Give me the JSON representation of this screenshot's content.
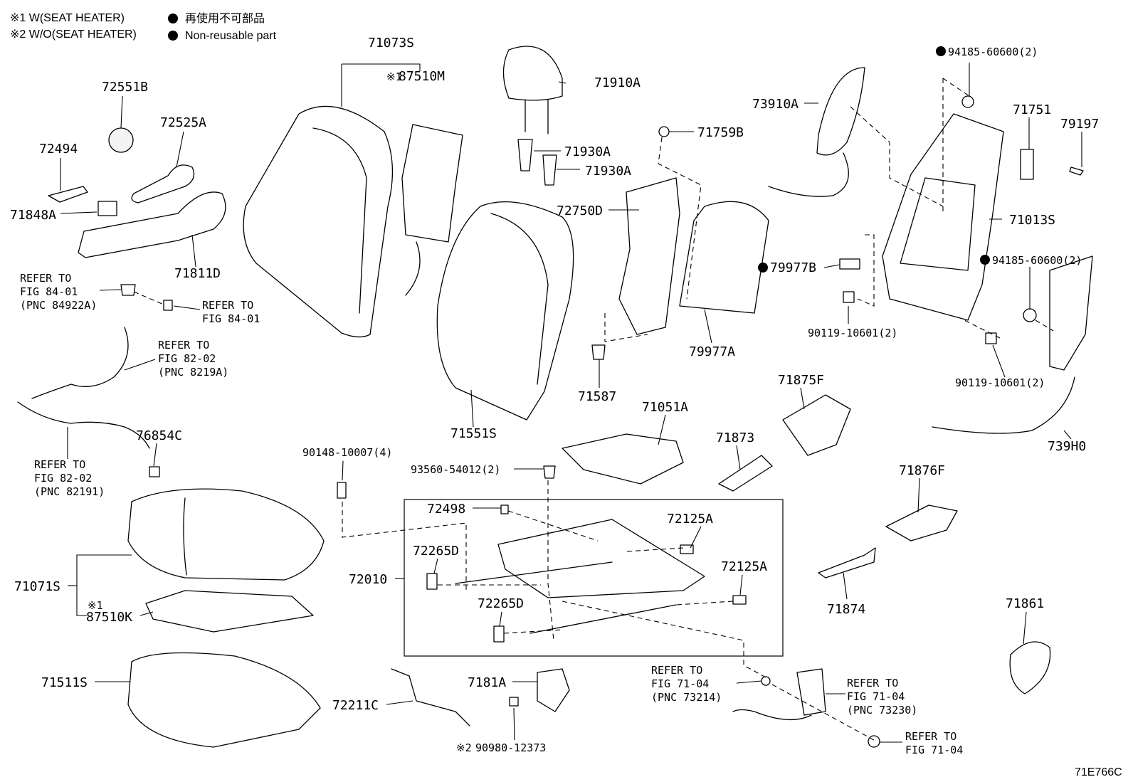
{
  "legend": {
    "note1": "※1 W(SEAT HEATER)",
    "note2": "※2 W/O(SEAT HEATER)",
    "nonreusable_jp": "再使用不可部品",
    "nonreusable_en": "Non-reusable part"
  },
  "figure_code": "71E766C",
  "refs": {
    "r1": [
      "REFER TO",
      "FIG 84-01",
      "(PNC 84922A)"
    ],
    "r2": [
      "REFER TO",
      "FIG 84-01"
    ],
    "r3": [
      "REFER TO",
      "FIG 82-02",
      "(PNC 8219A)"
    ],
    "r4": [
      "REFER TO",
      "FIG 82-02",
      "(PNC 82191)"
    ],
    "r5": [
      "REFER TO",
      "FIG 71-04",
      "(PNC 73214)"
    ],
    "r6": [
      "REFER TO",
      "FIG 71-04",
      "(PNC 73230)"
    ],
    "r7": [
      "REFER TO",
      "FIG 71-04"
    ]
  },
  "parts": [
    {
      "no": "71073S"
    },
    {
      "no": "87510M",
      "note": "※1"
    },
    {
      "no": "72551B"
    },
    {
      "no": "72525A"
    },
    {
      "no": "72494"
    },
    {
      "no": "71848A"
    },
    {
      "no": "71811D"
    },
    {
      "no": "71910A"
    },
    {
      "no": "71930A"
    },
    {
      "no": "71930A"
    },
    {
      "no": "71759B"
    },
    {
      "no": "72750D"
    },
    {
      "no": "73910A"
    },
    {
      "no": "94185-60600(2)"
    },
    {
      "no": "71751"
    },
    {
      "no": "79197"
    },
    {
      "no": "71013S"
    },
    {
      "no": "94185-60600(2)"
    },
    {
      "no": "79977B"
    },
    {
      "no": "79977A"
    },
    {
      "no": "90119-10601(2)"
    },
    {
      "no": "90119-10601(2)"
    },
    {
      "no": "71587"
    },
    {
      "no": "71551S"
    },
    {
      "no": "71875F"
    },
    {
      "no": "71051A"
    },
    {
      "no": "71873"
    },
    {
      "no": "739H0"
    },
    {
      "no": "76854C"
    },
    {
      "no": "90148-10007(4)"
    },
    {
      "no": "93560-54012(2)"
    },
    {
      "no": "71876F"
    },
    {
      "no": "72498"
    },
    {
      "no": "72125A"
    },
    {
      "no": "72265D"
    },
    {
      "no": "72125A"
    },
    {
      "no": "71071S"
    },
    {
      "no": "72010"
    },
    {
      "no": "87510K",
      "note": "※1"
    },
    {
      "no": "72265D"
    },
    {
      "no": "71874"
    },
    {
      "no": "71861"
    },
    {
      "no": "71511S"
    },
    {
      "no": "7181A"
    },
    {
      "no": "72211C"
    },
    {
      "no": "90980-12373",
      "note": "※2"
    }
  ]
}
